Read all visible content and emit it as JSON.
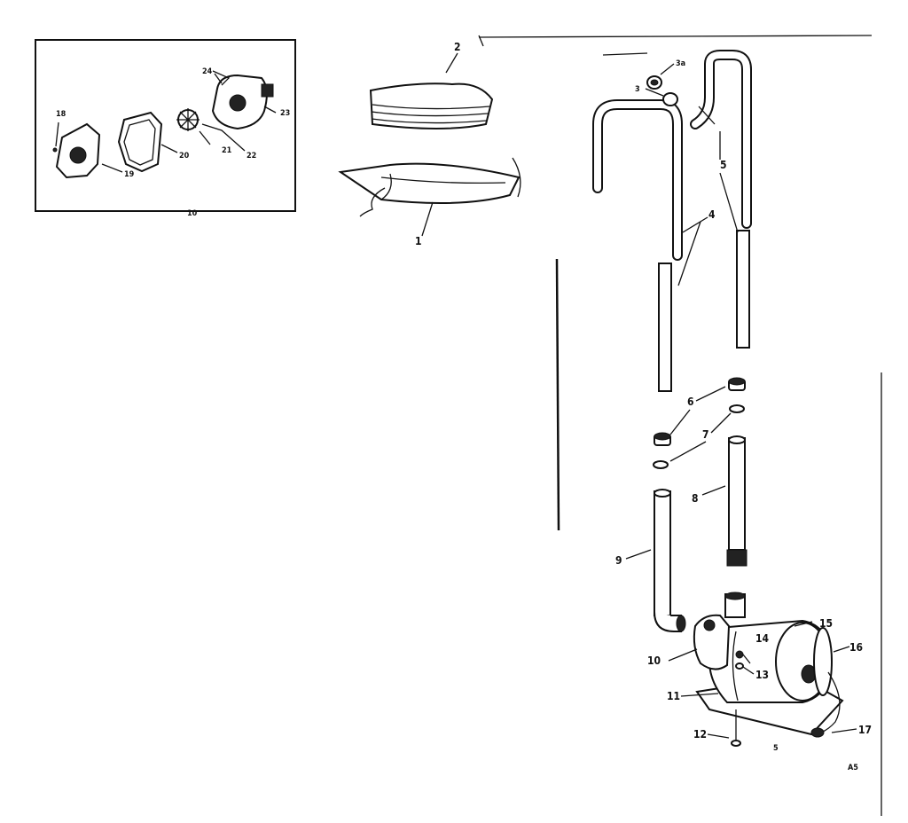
{
  "labels": {
    "p1": "1",
    "p2": "2",
    "p3": "3",
    "p3a": "3a",
    "p4": "4",
    "p5": "5",
    "p6": "6",
    "p7": "7",
    "p8": "8",
    "p9": "9",
    "p10a": "10",
    "p10b": "10",
    "p11": "11",
    "p12": "12",
    "p13": "13",
    "p14": "14",
    "p15": "15",
    "p16": "16",
    "p17": "17",
    "p18": "18",
    "p19": "19",
    "p20": "20",
    "p21": "21",
    "p22": "22",
    "p23": "23",
    "p24": "24",
    "code": "A5",
    "base_mark": "5"
  }
}
